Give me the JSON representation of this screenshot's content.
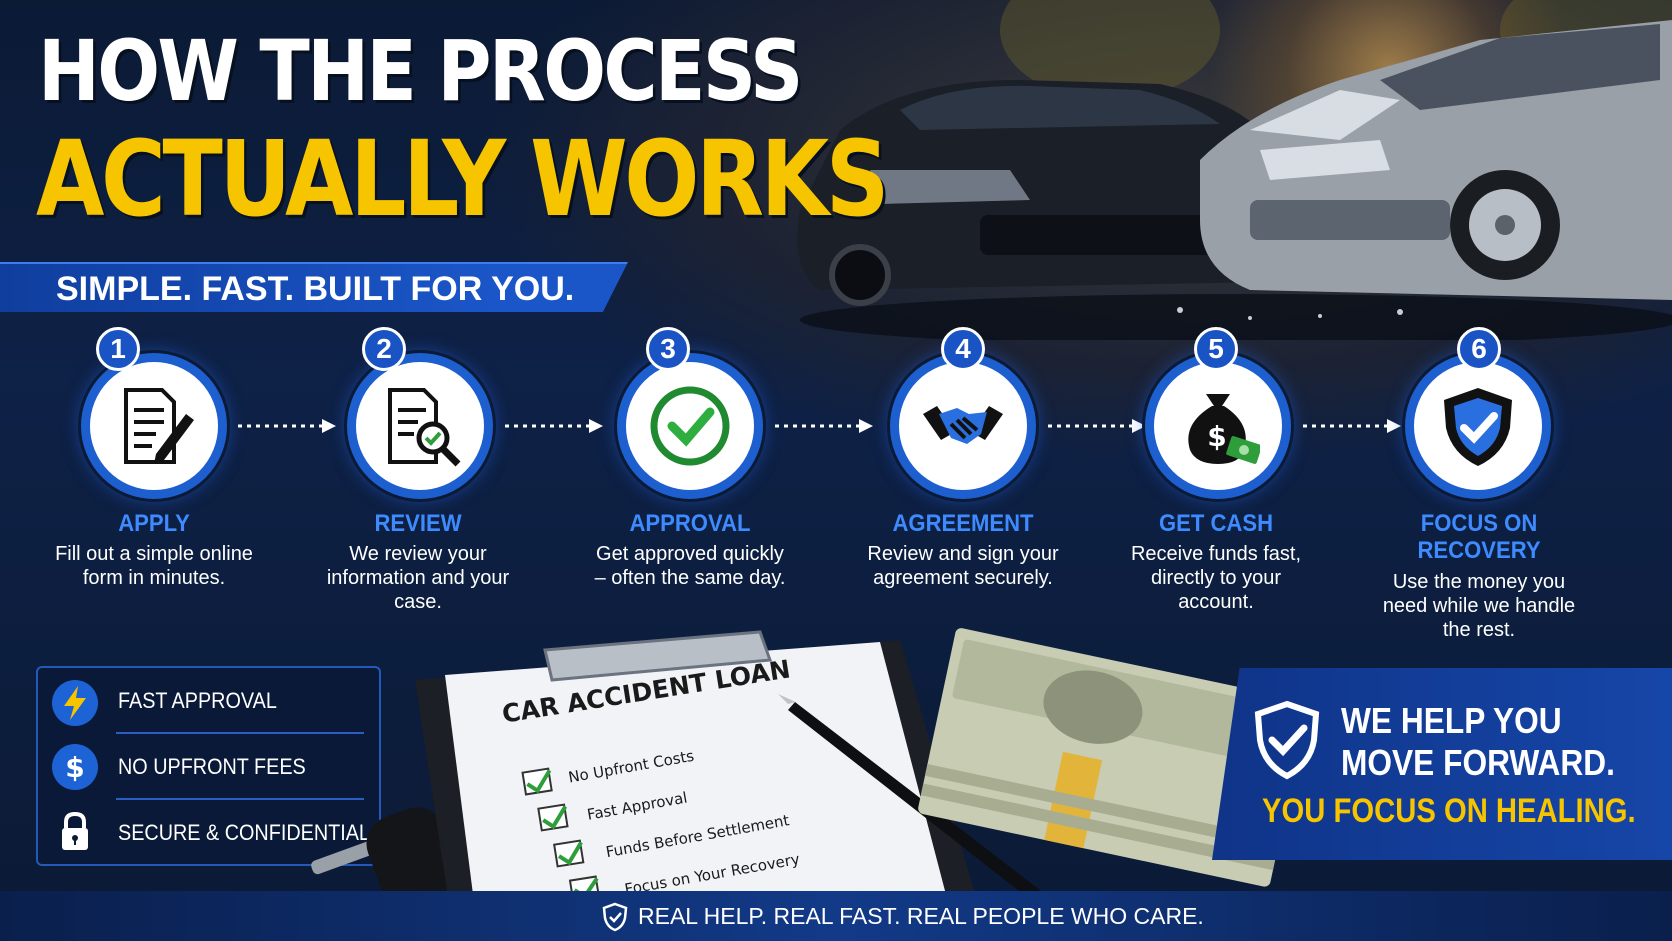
{
  "hero": {
    "title_line1": "HOW THE PROCESS",
    "title_line2": "ACTUALLY WORKS",
    "subtitle": "SIMPLE. FAST. BUILT FOR YOU."
  },
  "steps": [
    {
      "number": "1",
      "title": "APPLY",
      "text": "Fill out a simple online form in minutes.",
      "icon": "form-pen-icon"
    },
    {
      "number": "2",
      "title": "REVIEW",
      "text": "We review your information and your case.",
      "icon": "document-magnifier-icon"
    },
    {
      "number": "3",
      "title": "APPROVAL",
      "text": "Get approved quickly – often the same day.",
      "icon": "check-circle-icon"
    },
    {
      "number": "4",
      "title": "AGREEMENT",
      "text": "Review and sign your agreement securely.",
      "icon": "handshake-icon"
    },
    {
      "number": "5",
      "title": "GET CASH",
      "text": "Receive funds fast, directly to your account.",
      "icon": "money-bag-icon"
    },
    {
      "number": "6",
      "title_line1": "FOCUS ON",
      "title_line2": "RECOVERY",
      "text": "Use the money you need while we handle the rest.",
      "icon": "shield-check-icon"
    }
  ],
  "features": [
    {
      "label": "FAST APPROVAL",
      "icon": "lightning-icon"
    },
    {
      "label": "NO UPFRONT FEES",
      "icon": "dollar-icon"
    },
    {
      "label": "SECURE & CONFIDENTIAL",
      "icon": "lock-icon"
    }
  ],
  "clipboard": {
    "heading": "CAR ACCIDENT LOAN",
    "items": [
      "No Upfront Costs",
      "Fast Approval",
      "Funds Before Settlement",
      "Focus on Your Recovery"
    ]
  },
  "promo": {
    "line1": "WE HELP YOU",
    "line2": "MOVE FORWARD.",
    "line3": "YOU FOCUS ON HEALING."
  },
  "footer": {
    "text": "REAL HELP. REAL FAST. REAL PEOPLE WHO CARE."
  },
  "colors": {
    "background": "#0c1a33",
    "accent_blue": "#1e5fd0",
    "step_title_blue": "#3d8bff",
    "headline_yellow": "#f7c400",
    "check_green": "#2e9e3a"
  }
}
